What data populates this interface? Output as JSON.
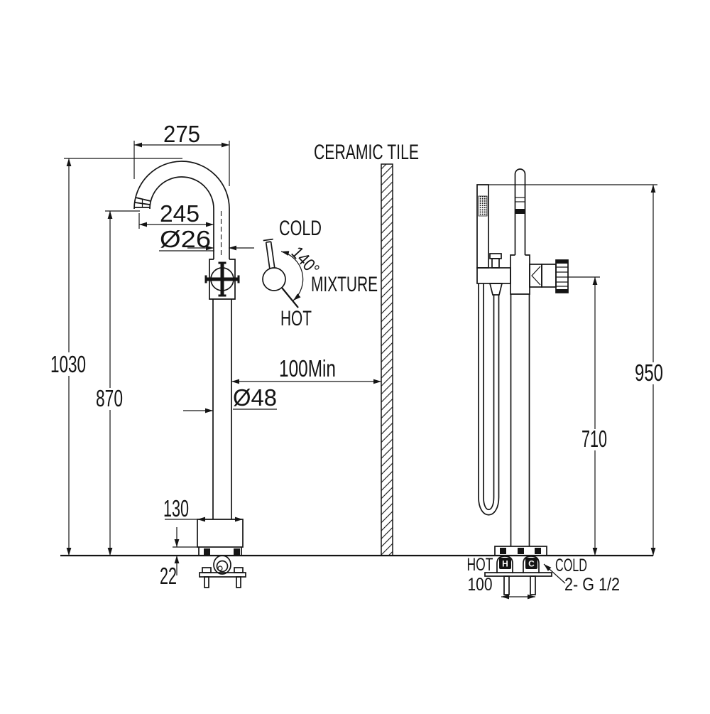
{
  "labels": {
    "ceramic_tile": "CERAMIC TILE",
    "cold": "COLD",
    "hot": "HOT",
    "mixture": "MIXTURE",
    "angle": "140°"
  },
  "front_view": {
    "spout_reach": "275",
    "spout_reach_inner": "245",
    "spout_diameter": "Ø26",
    "total_height": "1030",
    "spout_height": "870",
    "wall_clearance": "100Min",
    "column_diameter": "Ø48",
    "base_diameter": "130",
    "base_plate_height": "22"
  },
  "side_view": {
    "overall_height": "950",
    "diverter_height": "710",
    "inlet_spacing": "100",
    "hot_label": "HOT",
    "cold_label": "COLD",
    "thread_spec": "2- G 1/2",
    "hot_badge": "H",
    "cold_badge": "C"
  },
  "colors": {
    "line": "#141414",
    "background": "#ffffff"
  }
}
